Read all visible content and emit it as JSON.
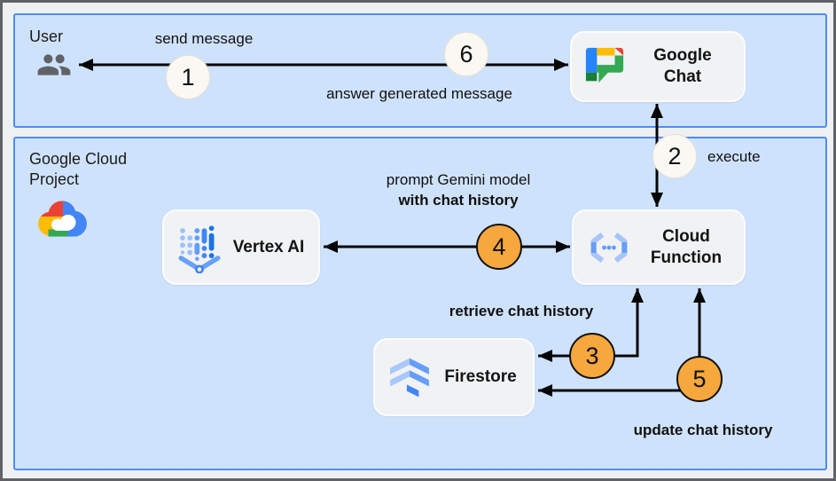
{
  "zones": {
    "user": {
      "label": "User"
    },
    "gcp": {
      "label": "Google Cloud Project"
    }
  },
  "nodes": {
    "google_chat": {
      "label": "Google Chat"
    },
    "vertex_ai": {
      "label": "Vertex AI"
    },
    "cloud_function": {
      "label": "Cloud Function"
    },
    "firestore": {
      "label": "Firestore"
    }
  },
  "steps": {
    "s1": {
      "num": "1",
      "label": "send message"
    },
    "s2": {
      "num": "2",
      "label": "execute"
    },
    "s3": {
      "num": "3",
      "label": "retrieve chat history"
    },
    "s4": {
      "num": "4",
      "label_line1": "prompt Gemini model",
      "label_line2": "with chat history"
    },
    "s5": {
      "num": "5",
      "label": "update chat history"
    },
    "s6": {
      "num": "6",
      "label": "answer generated message"
    }
  },
  "icons": {
    "user": "people-icon",
    "gcp": "google-cloud-logo",
    "google_chat": "google-chat-logo",
    "vertex_ai": "vertex-ai-icon",
    "cloud_function": "cloud-function-icon",
    "firestore": "firestore-icon"
  },
  "colors": {
    "zone_fill": "#cfe2fc",
    "zone_border": "#4c8df6",
    "node_fill": "#f0f2f4",
    "step_orange": "#f6a73d",
    "step_light": "#faf8f2",
    "arrow": "#060606",
    "google_blue": "#4285f4",
    "google_red": "#ea4335",
    "google_yellow": "#fbbc04",
    "google_green": "#34a853"
  }
}
